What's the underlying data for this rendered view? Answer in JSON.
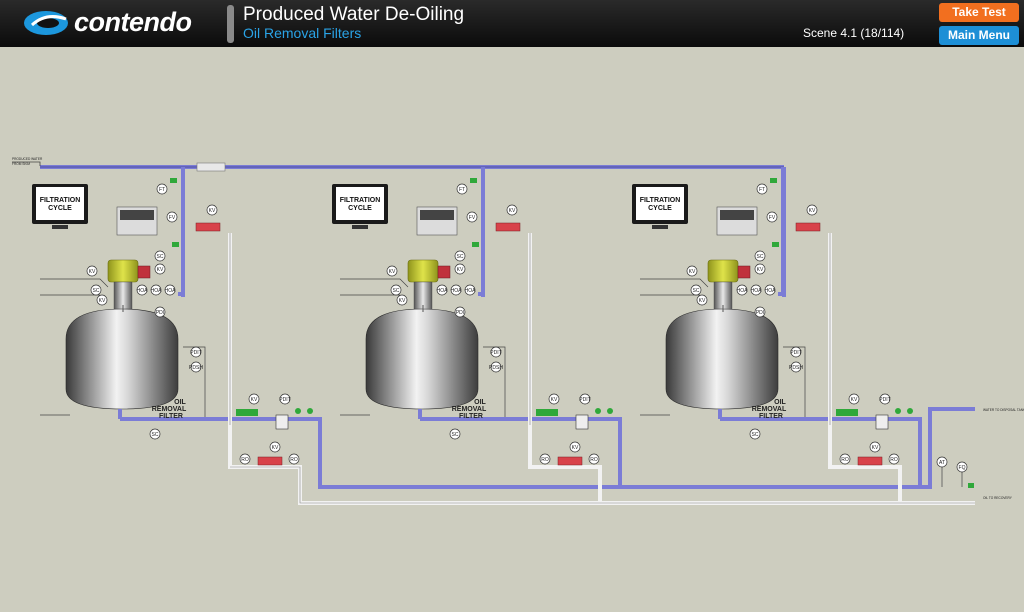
{
  "header": {
    "logo_text": "contendo",
    "title": "Produced Water De-Oiling",
    "subtitle": "Oil Removal Filters",
    "scene": "Scene 4.1 (18/114)",
    "take_test_label": "Take Test",
    "main_menu_label": "Main Menu"
  },
  "colors": {
    "header_bg": "#151515",
    "accent_orange": "#f26f1f",
    "accent_blue": "#1d8fd6",
    "subtitle_blue": "#2aa3e6",
    "canvas_bg": "#cdcdbf",
    "pipe_blue": "#7b7cd6",
    "valve_green": "#2fa83a",
    "valve_red": "#d8424a",
    "motor_yellow": "#c8cc2a"
  },
  "diagram": {
    "filters": [
      {
        "monitor_label": "FILTRATION CYCLE",
        "vessel_label": "OIL REMOVAL FILTER",
        "left_instruments": [
          "KV",
          "SC",
          "KV"
        ],
        "right_instruments": [
          "KV",
          "PDI",
          "PDIT",
          "PDSH"
        ],
        "top_instruments": [
          "FT",
          "FV",
          "KV",
          "SC"
        ],
        "panel_instruments": [
          "HOA",
          "HOA",
          "HOA"
        ],
        "bottom_instruments": [
          "SC"
        ],
        "outlet_instruments": [
          "KV",
          "PDIT"
        ],
        "return_instruments": [
          "KV",
          "RO",
          "RO"
        ]
      },
      {
        "monitor_label": "FILTRATION CYCLE",
        "vessel_label": "OIL REMOVAL FILTER",
        "left_instruments": [
          "KV",
          "SC",
          "KV"
        ],
        "right_instruments": [
          "KV",
          "PDI",
          "PDIT",
          "PDSH"
        ],
        "top_instruments": [
          "FT",
          "FV",
          "KV",
          "SC"
        ],
        "panel_instruments": [
          "HOA",
          "HOA",
          "HOA"
        ],
        "bottom_instruments": [
          "SC"
        ],
        "outlet_instruments": [
          "KV",
          "PDIT"
        ],
        "return_instruments": [
          "KV",
          "RO",
          "RO"
        ]
      },
      {
        "monitor_label": "FILTRATION CYCLE",
        "vessel_label": "OIL REMOVAL FILTER",
        "left_instruments": [
          "KV",
          "SC",
          "KV"
        ],
        "right_instruments": [
          "KV",
          "PDI",
          "PDIT",
          "PDSH"
        ],
        "top_instruments": [
          "FT",
          "FV",
          "KV",
          "SC"
        ],
        "panel_instruments": [
          "HOA",
          "HOA",
          "HOA"
        ],
        "bottom_instruments": [
          "SC"
        ],
        "outlet_instruments": [
          "KV",
          "PDIT"
        ],
        "return_instruments": [
          "KV",
          "RO",
          "RO"
        ]
      }
    ],
    "analyzer_instruments": [
      "AT",
      "FQ"
    ]
  }
}
